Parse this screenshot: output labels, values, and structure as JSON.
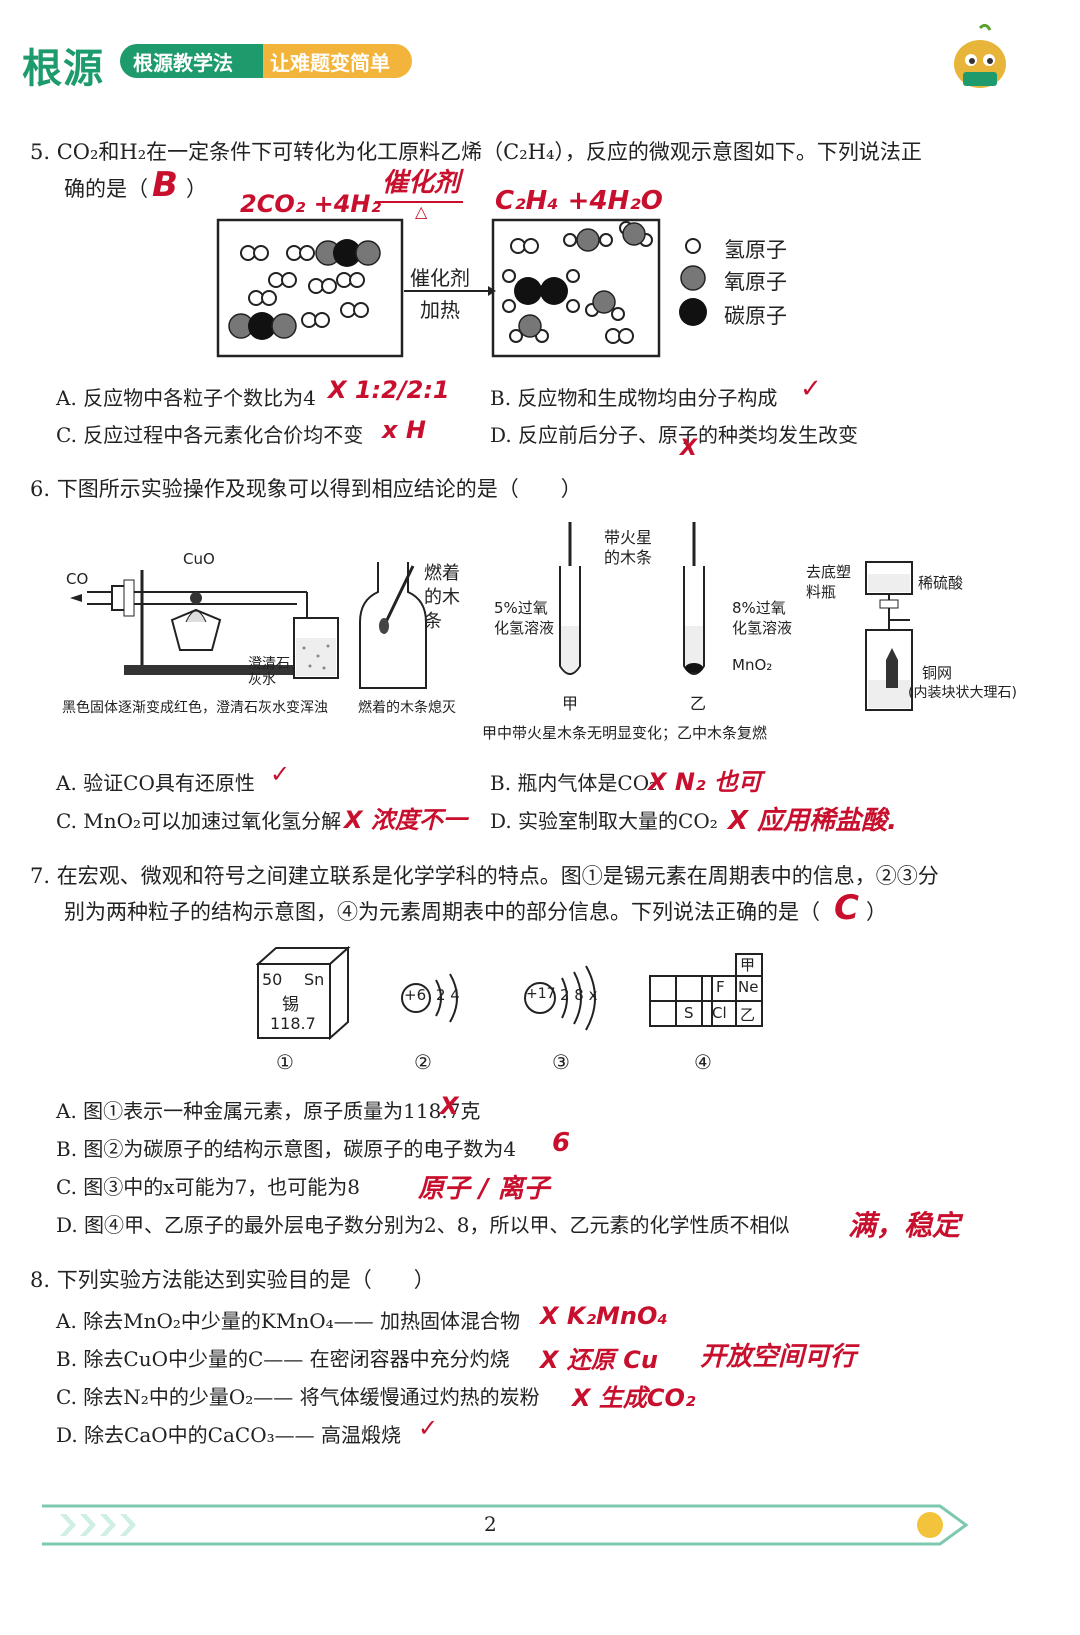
{
  "header": {
    "logo": "根源",
    "slogan1": "根源教学法",
    "slogan2": "让难题变简单"
  },
  "q5": {
    "stem1": "5.  CO₂和H₂在一定条件下可转化为化工原料乙烯（C₂H₄），反应的微观示意图如下。下列说法正",
    "stem2": "确的是（",
    "stem2_end": "）",
    "answer": "B",
    "hw_left": "2CO₂ +4H₂",
    "hw_cond_top": "催化剂",
    "hw_cond_bot": "△",
    "hw_right": "C₂H₄ +4H₂O",
    "arrow_top": "催化剂",
    "arrow_bot": "加热",
    "legend": [
      "氢原子",
      "氧原子",
      "碳原子"
    ],
    "A": "A. 反应物中各粒子个数比为4",
    "A_hw": "X 1:2/2:1",
    "B": "B. 反应物和生成物均由分子构成",
    "B_hw": "✓",
    "C": "C. 反应过程中各元素化合价均不变",
    "C_hw": "x H",
    "D": "D. 反应前后分子、原子的种类均发生改变",
    "D_hw": "X"
  },
  "q6": {
    "stem": "6.  下图所示实验操作及现象可以得到相应结论的是（　　）",
    "fig1_cuo": "CuO",
    "fig1_co": "CO",
    "fig1_lime": "澄清石灰水",
    "fig1_cap": "黑色固体逐渐变成红色，澄清石灰水变浑浊",
    "fig2_label": "燃着的木条",
    "fig2_cap": "燃着的木条熄灭",
    "fig3_stick": "带火星的木条",
    "fig3_left": "5%过氧化氢溶液",
    "fig3_right": "8%过氧化氢溶液",
    "fig3_mno2": "MnO₂",
    "fig3_jia": "甲",
    "fig3_yi": "乙",
    "fig3_cap": "甲中带火星木条无明显变化；乙中木条复燃",
    "fig4_bottle": "去底塑料瓶",
    "fig4_acid": "稀硫酸",
    "fig4_net": "铜网",
    "fig4_inside": "(内装块状大理石)",
    "A": "A. 验证CO具有还原性",
    "A_hw": "✓",
    "B": "B. 瓶内气体是CO₂",
    "B_hw": "X  N₂ 也可",
    "C": "C. MnO₂可以加速过氧化氢分解",
    "C_hw": "X  浓度不一",
    "D": "D. 实验室制取大量的CO₂",
    "D_hw": "X 应用稀盐酸."
  },
  "q7": {
    "stem1": "7.  在宏观、微观和符号之间建立联系是化学学科的特点。图①是锡元素在周期表中的信息，②③分",
    "stem2": "别为两种粒子的结构示意图，④为元素周期表中的部分信息。下列说法正确的是（",
    "stem2_end": "）",
    "answer": "C",
    "tin_num": "50",
    "tin_sym": "Sn",
    "tin_name": "锡",
    "tin_mass": "118.7",
    "p2_core": "+6",
    "p2_e": "2 4",
    "p3_core": "+17",
    "p3_e": "2 8 x",
    "table_jia": "甲",
    "table_f": "F",
    "table_ne": "Ne",
    "table_s": "S",
    "table_cl": "Cl",
    "table_yi": "乙",
    "marks": [
      "①",
      "②",
      "③",
      "④"
    ],
    "A": "A. 图①表示一种金属元素，原子质量为118.7克",
    "A_hw": "X",
    "B": "B. 图②为碳原子的结构示意图，碳原子的电子数为4",
    "B_hw": "6",
    "C": "C. 图③中的x可能为7，也可能为8",
    "C_hw": "原子 / 离子",
    "D": "D. 图④甲、乙原子的最外层电子数分别为2、8，所以甲、乙元素的化学性质不相似",
    "D_hw": "满，稳定"
  },
  "q8": {
    "stem": "8.  下列实验方法能达到实验目的是（　　）",
    "A": "A. 除去MnO₂中少量的KMnO₄—— 加热固体混合物",
    "A_hw": "X  K₂MnO₄",
    "B": "B. 除去CuO中少量的C—— 在密闭容器中充分灼烧",
    "B_hw": "X  还原 Cu",
    "B_hw2": "开放空间可行",
    "C": "C. 除去N₂中的少量O₂—— 将气体缓慢通过灼热的炭粉",
    "C_hw": "X  生成CO₂",
    "D": "D. 除去CaO中的CaCO₃—— 高温煅烧",
    "D_hw": "✓"
  },
  "footer": {
    "page": "2"
  }
}
